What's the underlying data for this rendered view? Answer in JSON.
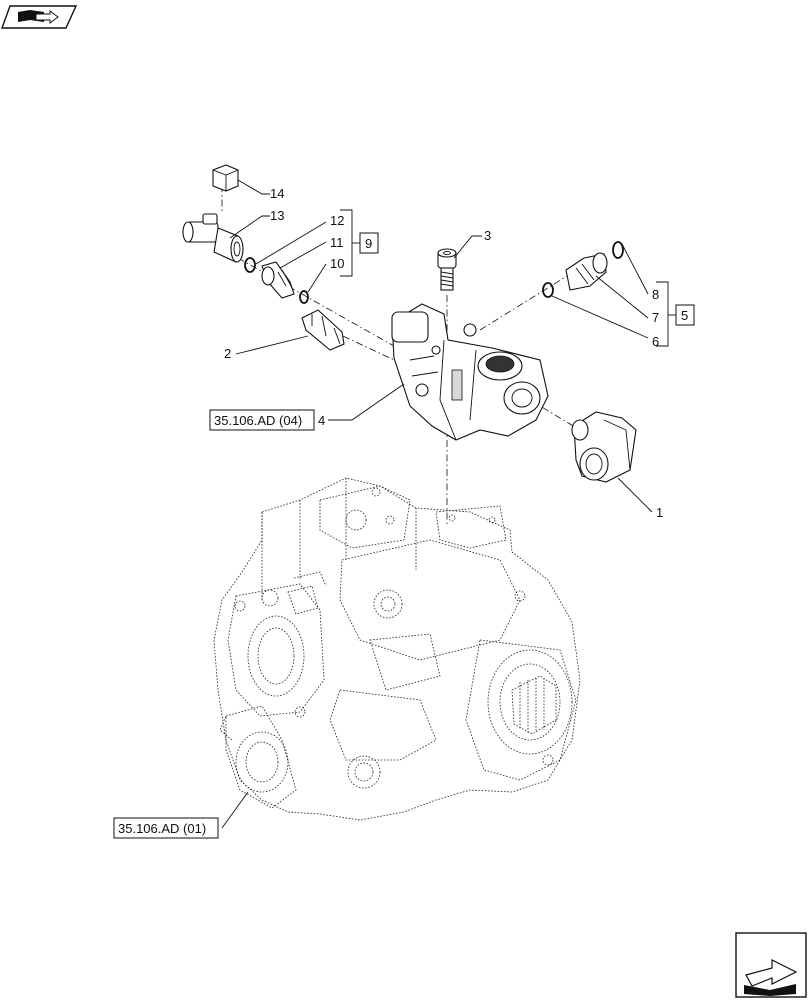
{
  "callouts": [
    "1",
    "2",
    "3",
    "4",
    "5",
    "6",
    "7",
    "8",
    "9",
    "10",
    "11",
    "12",
    "13",
    "14"
  ],
  "references": {
    "top": "35.106.AD (04)",
    "bottom": "35.106.AD (01)"
  },
  "icons": {
    "top_left": "book-arrow-icon",
    "bottom_right": "next-page-arrow-icon"
  }
}
